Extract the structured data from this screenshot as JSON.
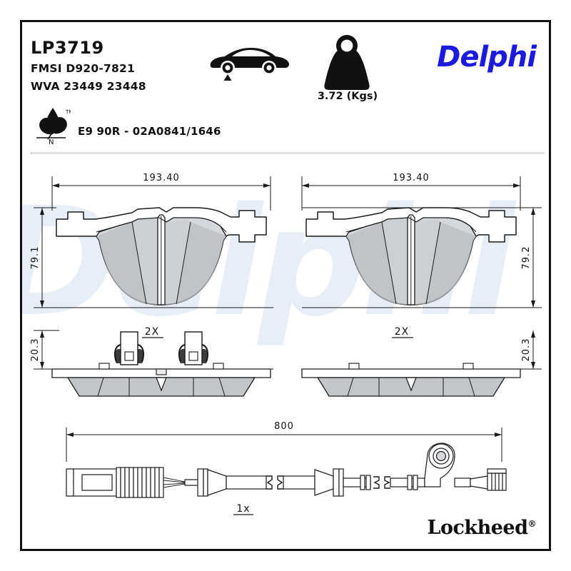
{
  "header": {
    "part_number": "LP3719",
    "fmsi": "FMSI D920-7821",
    "wva": "WVA 23449 23448",
    "axle_icon": "car-front-axle-icon",
    "weight_icon": "weight-kettlebell-icon",
    "weight_value": "3.72 (Kgs)",
    "brand": "Delphi",
    "brand_color": "#1a1ae0",
    "eco_icon": "leaf-nao-icon",
    "eco_trademark": "TM",
    "eco_letter": "N",
    "approval": "E9 90R - 02A0841/1646"
  },
  "drawings": {
    "pad_left": {
      "view_label": "pad-top-view-left",
      "width_dim": "193.40",
      "height_dim": "79.1",
      "thickness_dim": "20.3",
      "clip_qty": "2X"
    },
    "pad_right": {
      "view_label": "pad-top-view-right",
      "width_dim": "193.40",
      "height_dim": "79.2",
      "thickness_dim": "20.3",
      "clip_qty": "2X"
    },
    "sensor": {
      "view_label": "wear-sensor-cable",
      "length_dim": "800",
      "qty": "1x"
    }
  },
  "watermark": {
    "text": "Delphi",
    "color": "#e8eef7"
  },
  "footer": {
    "brand": "Lockheed",
    "registered_mark": "®"
  },
  "colors": {
    "border": "#111111",
    "friction_light": "#d4d7dc",
    "friction_mid": "#b9bcc2",
    "friction_dark": "#a8abb1",
    "line": "#1a1a1a",
    "divider": "#e2e2e2"
  }
}
